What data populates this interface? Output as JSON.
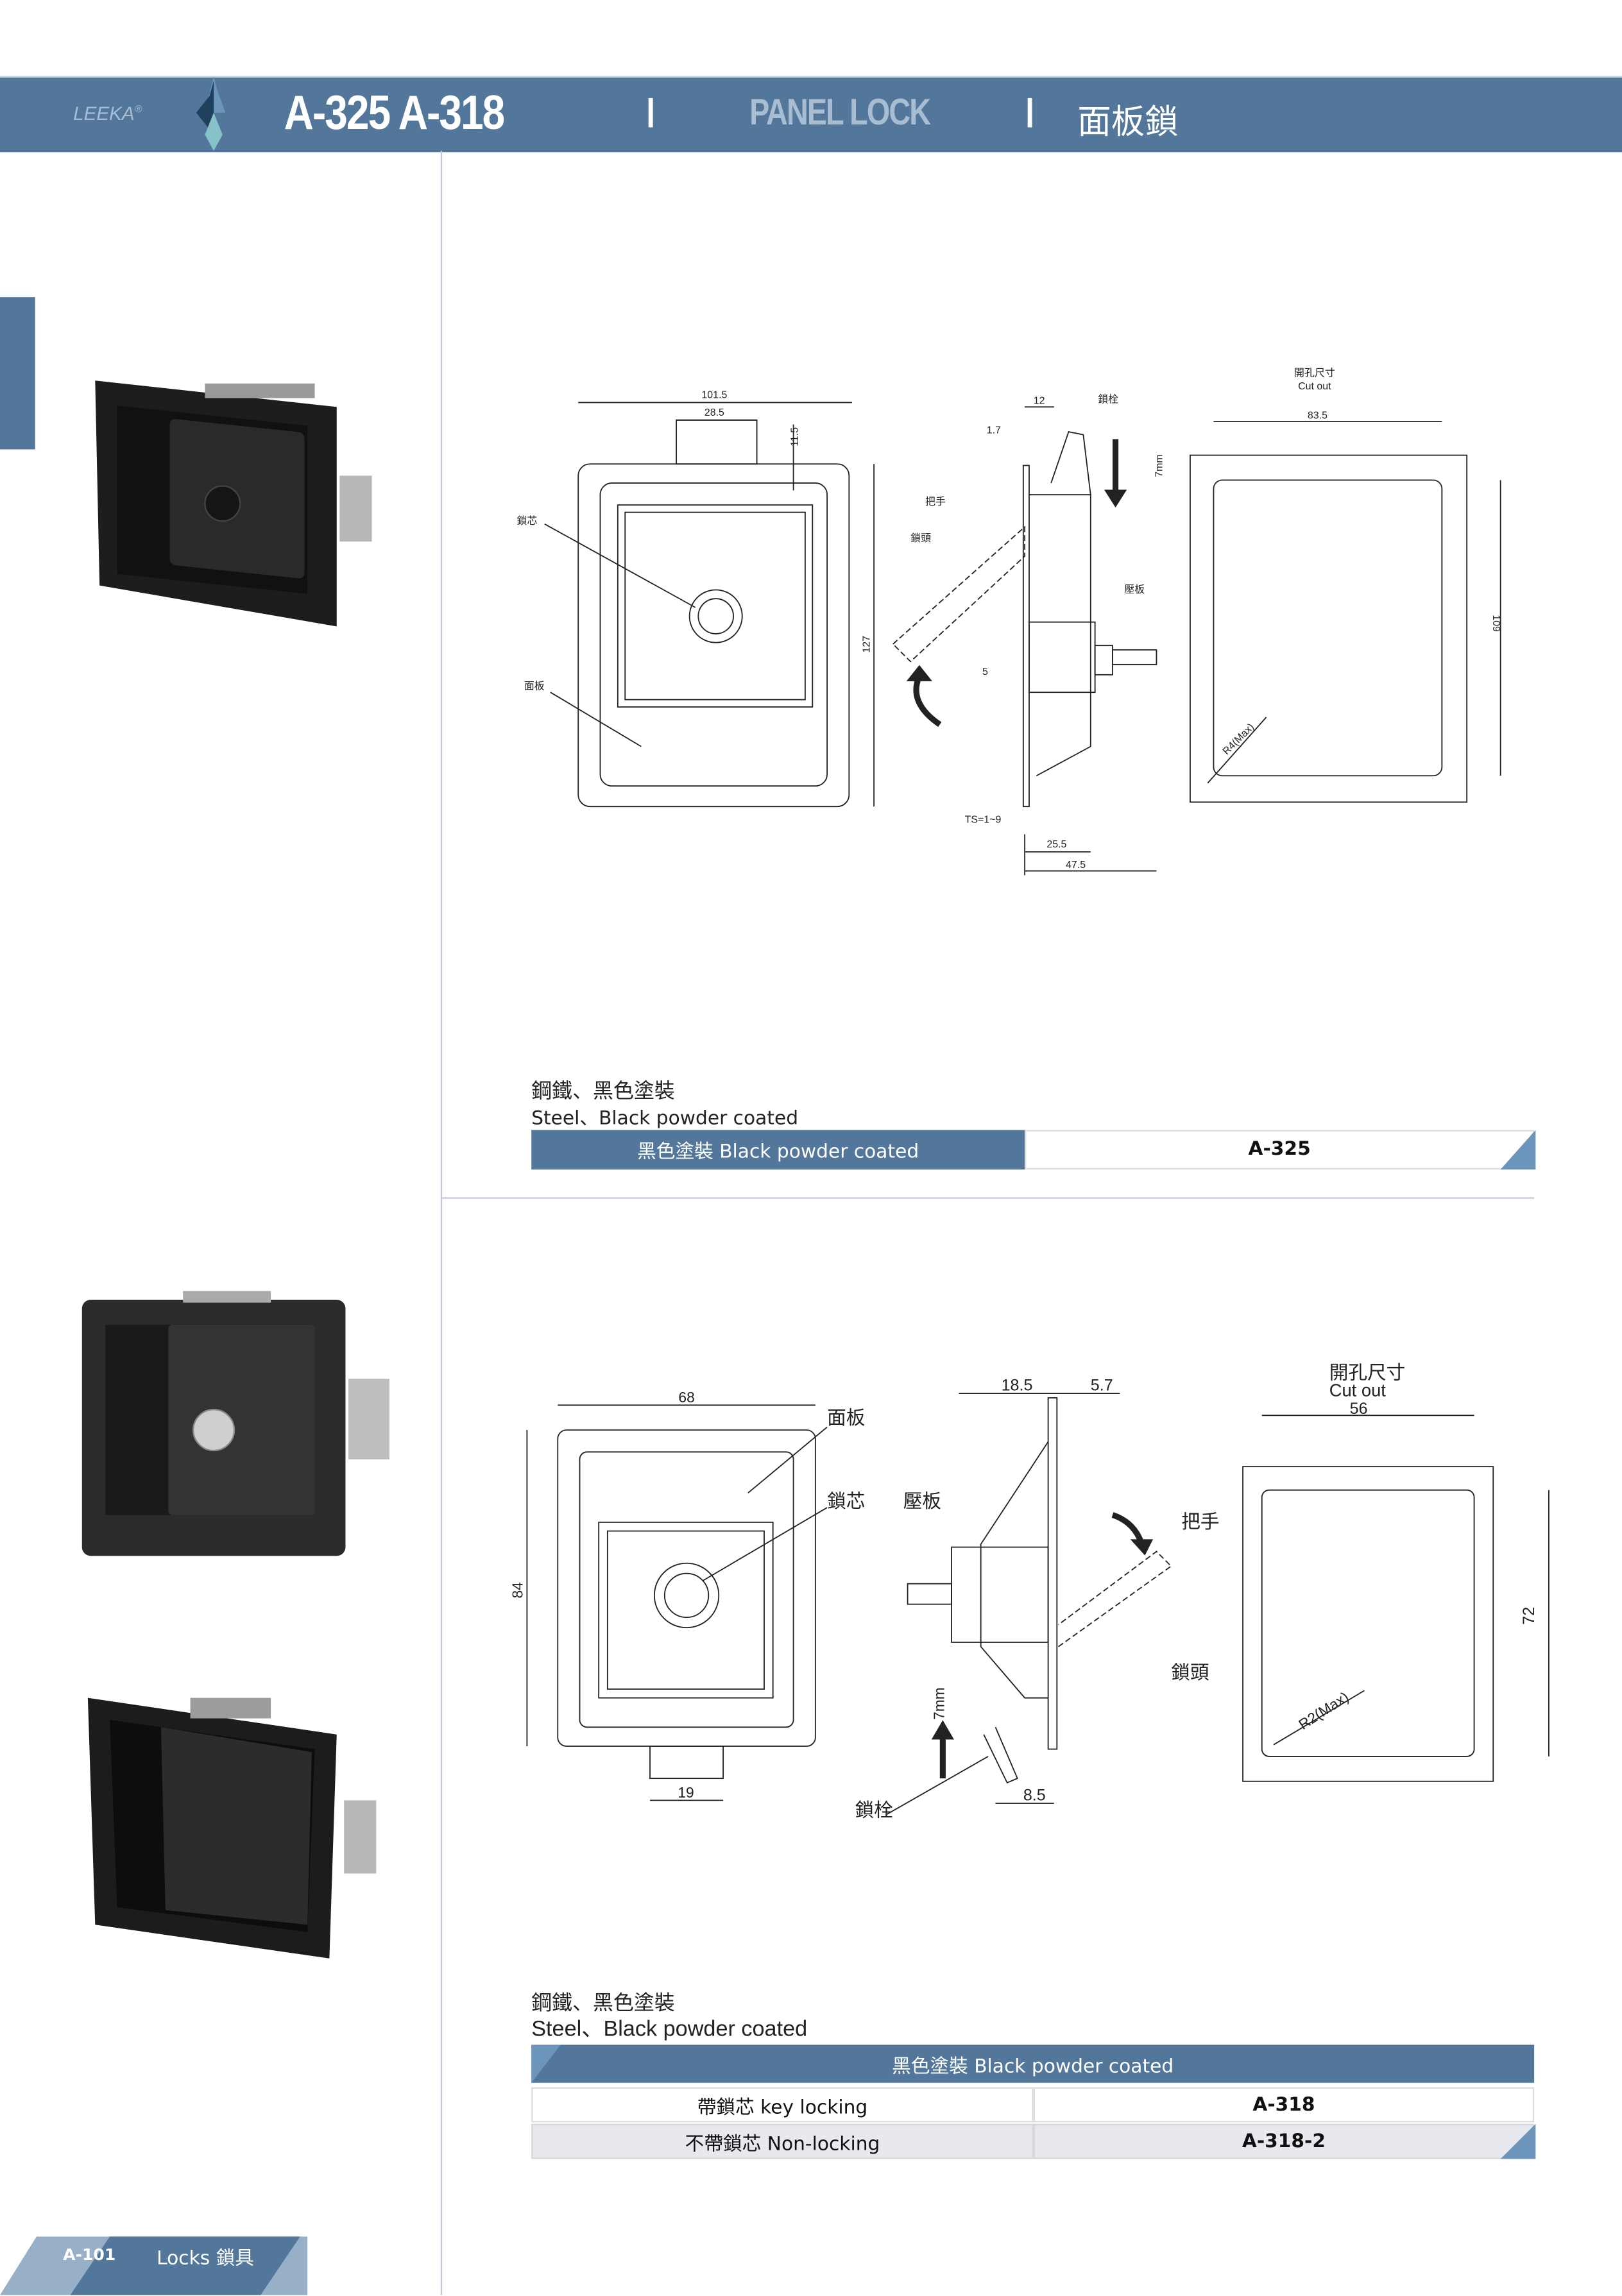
{
  "header": {
    "brand": "LEEKA",
    "brand_mark": "®",
    "title": "A-325 A-318",
    "subtitle_en": "PANEL LOCK",
    "subtitle_zh": "面板鎖"
  },
  "section1": {
    "drawing": {
      "dim_width": "101.5",
      "dim_tab": "28.5",
      "dim_tab_h": "11.5",
      "dim_height": "127",
      "label_core": "鎖芯",
      "label_panel": "面板",
      "label_handle": "把手",
      "label_head": "鎖頭",
      "label_bolt": "鎖栓",
      "label_plate": "壓板",
      "dim_12": "12",
      "dim_1_7": "1.7",
      "dim_7mm": "7mm",
      "dim_5": "5",
      "dim_ts": "TS=1~9",
      "dim_25_5": "25.5",
      "dim_47_5": "47.5",
      "cutout_zh": "開孔尺寸",
      "cutout_en": "Cut out",
      "cut_w": "83.5",
      "cut_h": "109",
      "radius": "R4(Max)"
    },
    "material_zh": "鋼鐵、黑色塗裝",
    "material_en": "Steel、Black powder coated",
    "table": {
      "finish": "黑色塗裝 Black powder coated",
      "model": "A-325"
    }
  },
  "section2": {
    "drawing": {
      "dim_width": "68",
      "dim_height": "84",
      "dim_tab": "19",
      "label_panel": "面板",
      "label_core": "鎖芯",
      "label_plate": "壓板",
      "label_handle": "把手",
      "label_head": "鎖頭",
      "label_bolt": "鎖栓",
      "dim_18_5": "18.5",
      "dim_5_7": "5.7",
      "dim_7mm": "7mm",
      "dim_8_5": "8.5",
      "cutout_zh": "開孔尺寸",
      "cutout_en": "Cut out",
      "cut_w": "56",
      "cut_h": "72",
      "radius": "R2(Max)"
    },
    "material_zh": "鋼鐵、黑色塗裝",
    "material_en": "Steel、Black powder coated",
    "table": {
      "header": "黑色塗裝 Black powder coated",
      "rows": [
        {
          "type": "帶鎖芯 key locking",
          "model": "A-318"
        },
        {
          "type": "不帶鎖芯 Non-locking",
          "model": "A-318-2"
        }
      ]
    }
  },
  "footer": {
    "page": "A-101",
    "category": "Locks 鎖具"
  },
  "colors": {
    "brand": "#52779a",
    "light": "#97b0c8",
    "teal": "#86c2c8"
  }
}
